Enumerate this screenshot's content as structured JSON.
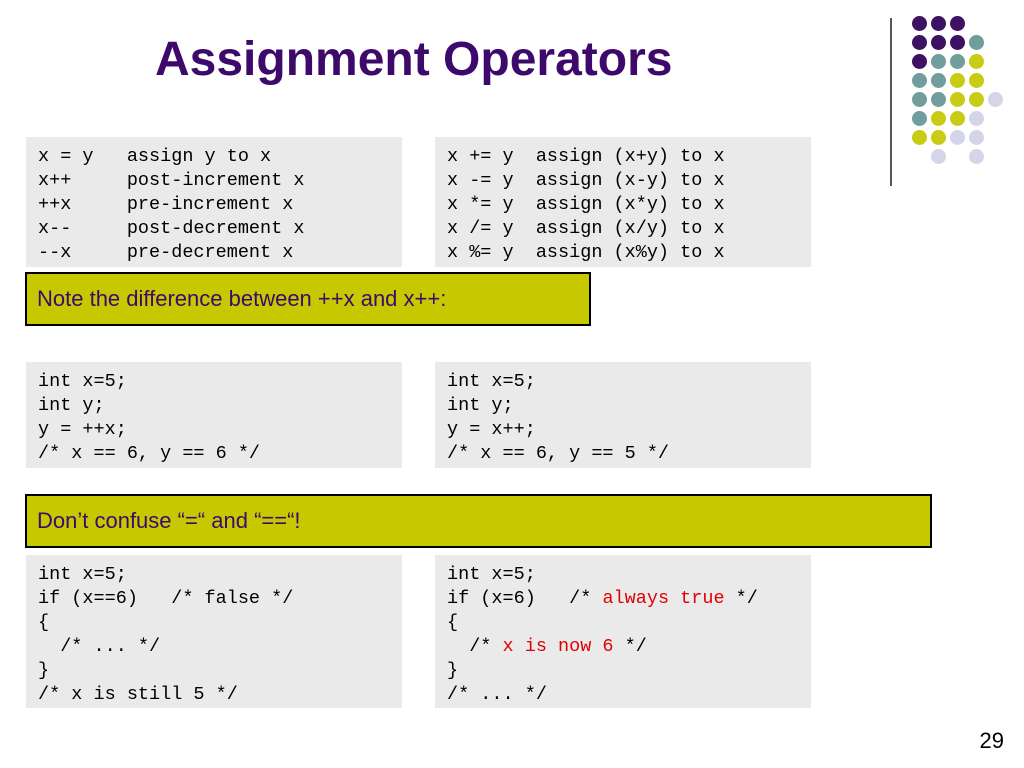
{
  "title": "Assignment Operators",
  "slide_number": "29",
  "accent_colors": {
    "title": "#3d0a6b",
    "note_background": "#c8c800",
    "highlight": "#e00000"
  },
  "decoration": {
    "dot_palette": [
      "#3d1264",
      "#6f9e9c",
      "#c9cc14",
      "#d4d5e8"
    ]
  },
  "ops_basic": [
    "x = y   assign y to x",
    "x++     post-increment x",
    "++x     pre-increment x",
    "x--     post-decrement x",
    "--x     pre-decrement x"
  ],
  "ops_compound": [
    "x += y  assign (x+y) to x",
    "x -= y  assign (x-y) to x",
    "x *= y  assign (x*y) to x",
    "x /= y  assign (x/y) to x",
    "x %= y  assign (x%y) to x"
  ],
  "note1": "Note the difference between ++x and x++:",
  "pre_example": [
    "int x=5;",
    "int y;",
    "y = ++x;",
    "/* x == 6, y == 6 */"
  ],
  "post_example": [
    "int x=5;",
    "int y;",
    "y = x++;",
    "/* x == 6, y == 5 */"
  ],
  "note2": "Don’t confuse “=“ and “==“!",
  "eq_example": [
    "int x=5;",
    "if (x==6)   /* false */",
    "{",
    "  /* ... */",
    "}",
    "/* x is still 5 */"
  ],
  "assign_example": {
    "l1": "int x=5;",
    "l2_pre": "if (x=6)   /* ",
    "l2_red": "always true",
    "l2_post": " */",
    "l3": "{",
    "l4_pre": "  /* ",
    "l4_red": "x is now 6",
    "l4_post": " */",
    "l5": "}",
    "l6": "/* ... */"
  }
}
